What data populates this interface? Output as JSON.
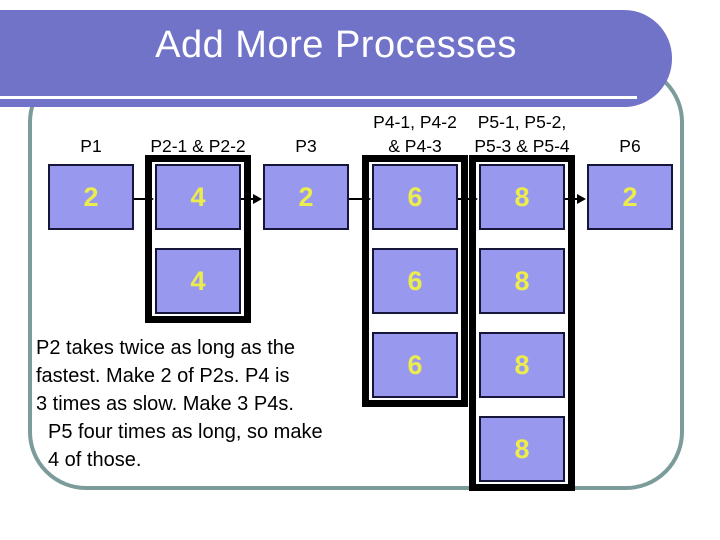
{
  "slide": {
    "title": "Add More Processes"
  },
  "colors": {
    "header_fill": "#7173C9",
    "frame_border": "#7C9C9C",
    "box_fill": "#9899EE",
    "box_number": "#ECEC4C",
    "group_border": "#000000"
  },
  "pipeline": {
    "columns": [
      {
        "id": "P1",
        "label_lines": [
          "P1"
        ],
        "values": [
          "2"
        ],
        "grouped": false
      },
      {
        "id": "P2",
        "label_lines": [
          "P2-1 & P2-2"
        ],
        "values": [
          "4",
          "4"
        ],
        "grouped": true
      },
      {
        "id": "P3",
        "label_lines": [
          "P3"
        ],
        "values": [
          "2"
        ],
        "grouped": false
      },
      {
        "id": "P4",
        "label_lines": [
          "P4-1, P4-2",
          "& P4-3"
        ],
        "values": [
          "6",
          "6",
          "6"
        ],
        "grouped": true
      },
      {
        "id": "P5",
        "label_lines": [
          "P5-1, P5-2,",
          "P5-3 & P5-4"
        ],
        "values": [
          "8",
          "8",
          "8",
          "8"
        ],
        "grouped": true
      },
      {
        "id": "P6",
        "label_lines": [
          "P6"
        ],
        "values": [
          "2"
        ],
        "grouped": false
      }
    ]
  },
  "note": {
    "lines": [
      "P2 takes twice as long as the",
      "fastest. Make 2 of P2s. P4 is",
      "3 times as slow. Make 3 P4s.",
      "P5 four times as long, so make",
      "4 of those."
    ]
  }
}
